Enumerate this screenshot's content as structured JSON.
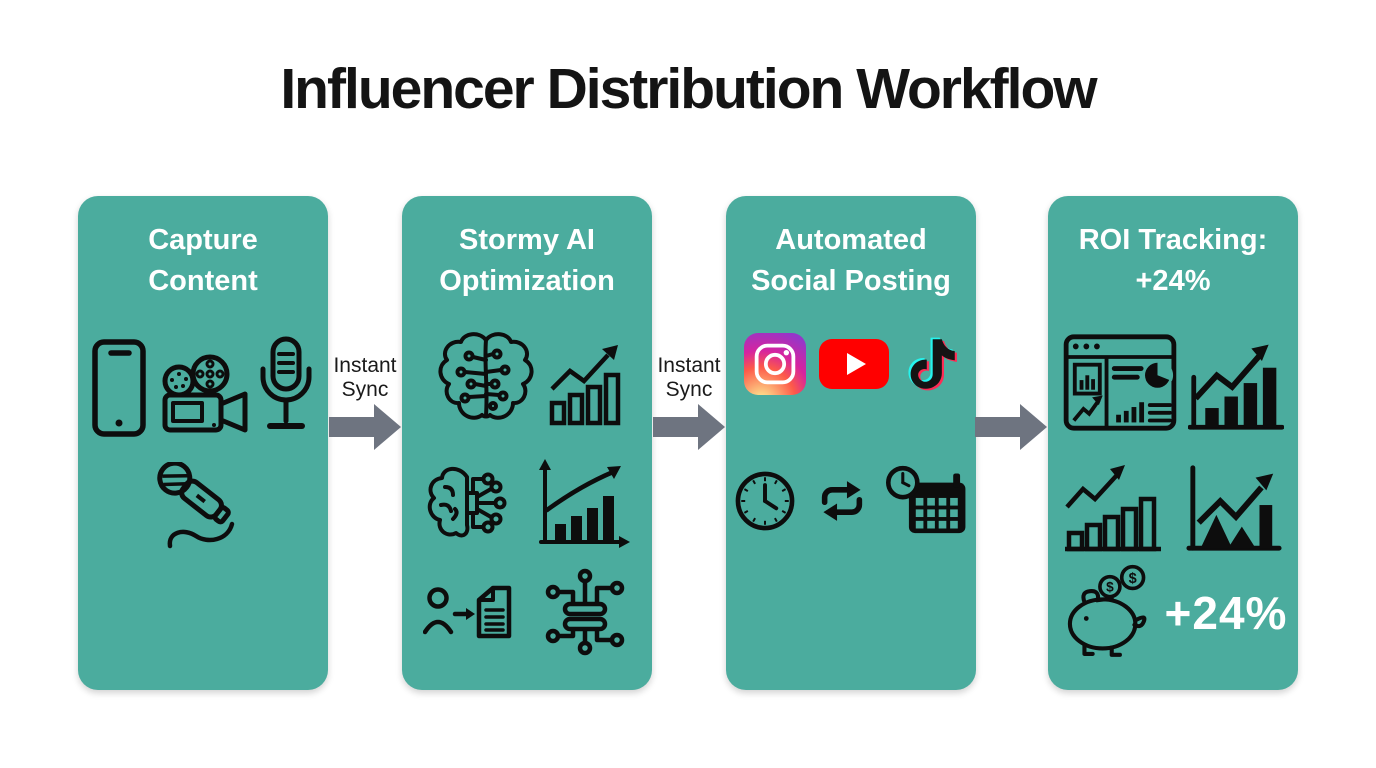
{
  "page": {
    "title": "Influencer Distribution Workflow"
  },
  "colors": {
    "card_teal": "#4BAC9E",
    "arrow_gray": "#6E7480",
    "icon_black": "#0d0d0d",
    "title_black": "#141414",
    "card_text_white": "#FFFFFF",
    "youtube_red": "#FF0000",
    "tiktok_cyan": "#25F4EE",
    "tiktok_pink": "#FE2C55"
  },
  "cards": [
    {
      "title_lines": [
        "Capture",
        "Content"
      ],
      "icons": [
        "smartphone-icon",
        "video-camera-icon",
        "studio-microphone-icon",
        "handheld-microphone-icon"
      ]
    },
    {
      "title_lines": [
        "Stormy AI",
        "Optimization"
      ],
      "icons": [
        "ai-brain-icon",
        "bar-chart-arrow-icon",
        "brain-circuit-icon",
        "growth-curve-chart-icon",
        "user-to-document-icon",
        "data-node-icon"
      ]
    },
    {
      "title_lines": [
        "Automated",
        "Social Posting"
      ],
      "icons": [
        "instagram-icon",
        "youtube-icon",
        "tiktok-icon",
        "clock-icon",
        "repeat-sync-icon",
        "calendar-schedule-icon"
      ]
    },
    {
      "title_lines": [
        "ROI Tracking:",
        "+24%"
      ],
      "icons": [
        "analytics-dashboard-icon",
        "bar-chart-trend-icon",
        "line-bar-growth-icon",
        "filled-growth-chart-icon",
        "piggy-bank-icon"
      ],
      "roi_value": "+24%"
    }
  ],
  "connectors": [
    {
      "label": "Instant Sync"
    },
    {
      "label": "Instant Sync"
    },
    {
      "label": ""
    }
  ]
}
